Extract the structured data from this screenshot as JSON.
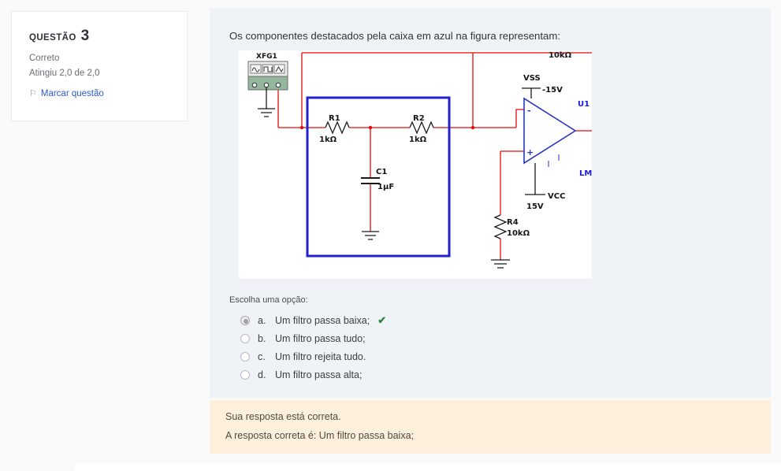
{
  "sidebar": {
    "question_label": "QUESTÃO",
    "question_number": "3",
    "state": "Correto",
    "grade": "Atingiu 2,0 de 2,0",
    "flag_icon": "⚐",
    "flag_label": "Marcar questão"
  },
  "question": {
    "text": "Os componentes destacados pela caixa em azul na figura representam:",
    "prompt": "Escolha uma opção:",
    "check_icon": "✔",
    "options": [
      {
        "letter": "a.",
        "label": "Um filtro passa baixa;",
        "selected": true,
        "correct": true
      },
      {
        "letter": "b.",
        "label": "Um filtro passa tudo;",
        "selected": false
      },
      {
        "letter": "c.",
        "label": "Um filtro rejeita tudo.",
        "selected": false
      },
      {
        "letter": "d.",
        "label": "Um filtro passa alta;",
        "selected": false
      }
    ]
  },
  "circuit": {
    "xfg1": "XFG1",
    "feedback_resistor_value": "10kΩ",
    "r1": "R1",
    "r1_value": "1kΩ",
    "r2": "R2",
    "r2_value": "1kΩ",
    "c1": "C1",
    "c1_value": "1µF",
    "vss": "VSS",
    "vss_value": "-15V",
    "vcc": "VCC",
    "vcc_value": "15V",
    "r4": "R4",
    "r4_value": "10kΩ",
    "u1": "U1",
    "lm": "LM",
    "minus": "-",
    "plus": "+",
    "colors": {
      "wire": "#e60b0b",
      "highlight_box": "#2222cc",
      "opamp": "#2a35c0",
      "blue_label": "#1a1ade"
    }
  },
  "feedback": {
    "line1": "Sua resposta está correta.",
    "line2": "A resposta correta é: Um filtro passa baixa;"
  }
}
